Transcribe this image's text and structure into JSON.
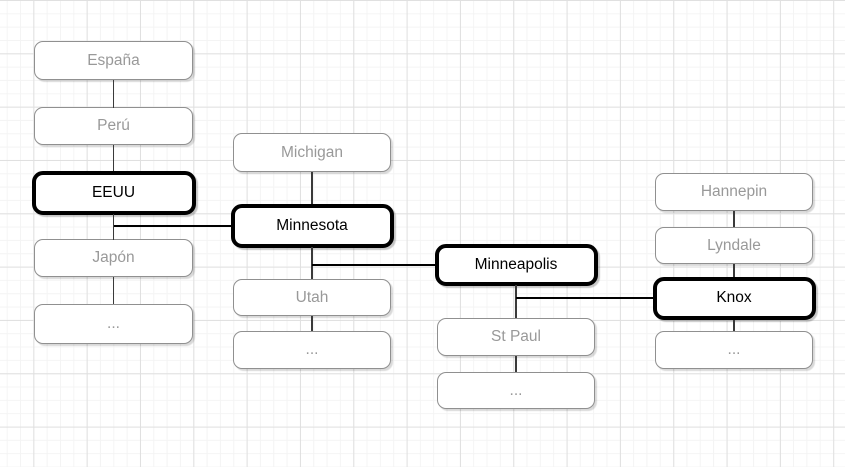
{
  "diagram": {
    "type": "drill-down-tree",
    "highlight_path": [
      "EEUU",
      "Minnesota",
      "Minneapolis",
      "Knox"
    ],
    "colors": {
      "canvas_bg": "#ffffff",
      "grid_minor": "#f4f4f4",
      "grid_major": "#e0e0e0",
      "node_border": "#909090",
      "node_text": "#999999",
      "highlight_border": "#000000",
      "highlight_text": "#000000",
      "connector": "#3a3a3a",
      "highlight_connector": "#000000"
    },
    "columns": [
      {
        "name": "countries",
        "nodes": [
          {
            "label": "España",
            "highlighted": false
          },
          {
            "label": "Perú",
            "highlighted": false
          },
          {
            "label": "EEUU",
            "highlighted": true
          },
          {
            "label": "Japón",
            "highlighted": false
          },
          {
            "label": "...",
            "highlighted": false
          }
        ]
      },
      {
        "name": "states",
        "nodes": [
          {
            "label": "Michigan",
            "highlighted": false
          },
          {
            "label": "Minnesota",
            "highlighted": true
          },
          {
            "label": "Utah",
            "highlighted": false
          },
          {
            "label": "...",
            "highlighted": false
          }
        ]
      },
      {
        "name": "cities",
        "nodes": [
          {
            "label": "Minneapolis",
            "highlighted": true
          },
          {
            "label": "St Paul",
            "highlighted": false
          },
          {
            "label": "...",
            "highlighted": false
          }
        ]
      },
      {
        "name": "streets",
        "nodes": [
          {
            "label": "Hannepin",
            "highlighted": false
          },
          {
            "label": "Lyndale",
            "highlighted": false
          },
          {
            "label": "Knox",
            "highlighted": true
          },
          {
            "label": "...",
            "highlighted": false
          }
        ]
      }
    ]
  }
}
